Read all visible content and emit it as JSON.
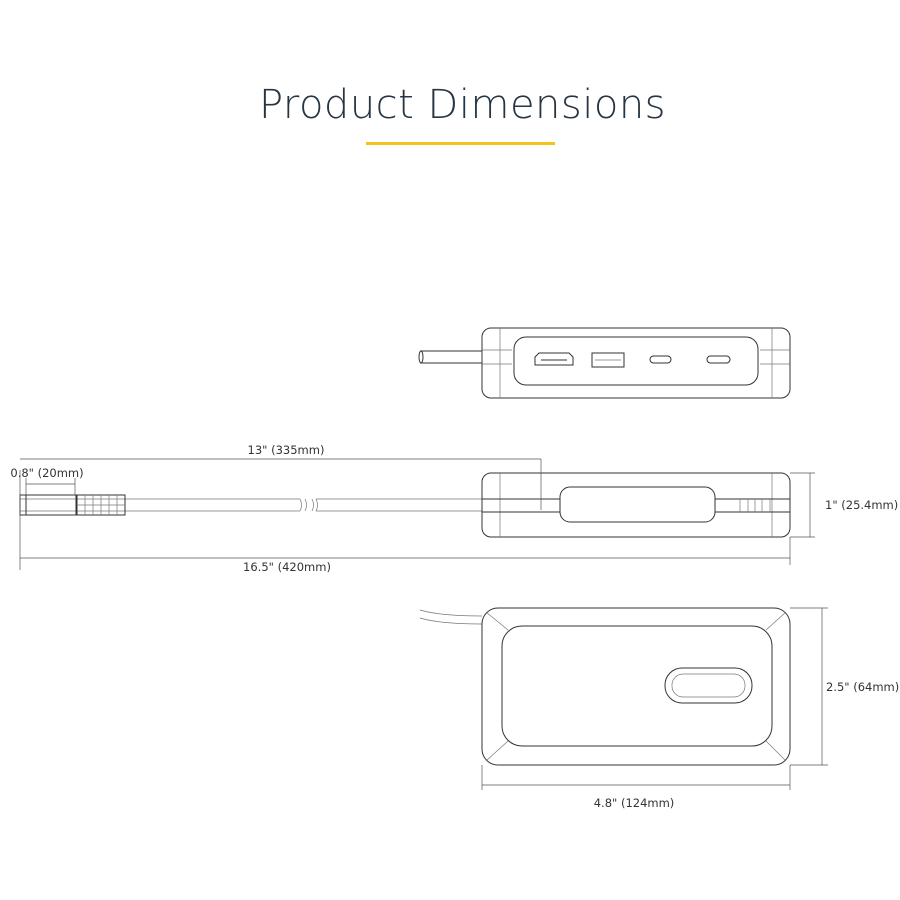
{
  "title": "Product Dimensions",
  "accent_color": "#f2c31b",
  "views": {
    "front": {
      "ports": [
        "hdmi-port",
        "usb-a-port",
        "usb-c-port",
        "usb-c-port"
      ]
    },
    "side": {},
    "top": {}
  },
  "dimensions": {
    "cable_length": "13\" (335mm)",
    "connector_length": "0.8\" (20mm)",
    "total_length": "16.5\" (420mm)",
    "height": "1\" (25.4mm)",
    "width": "2.5\" (64mm)",
    "depth": "4.8\" (124mm)"
  }
}
